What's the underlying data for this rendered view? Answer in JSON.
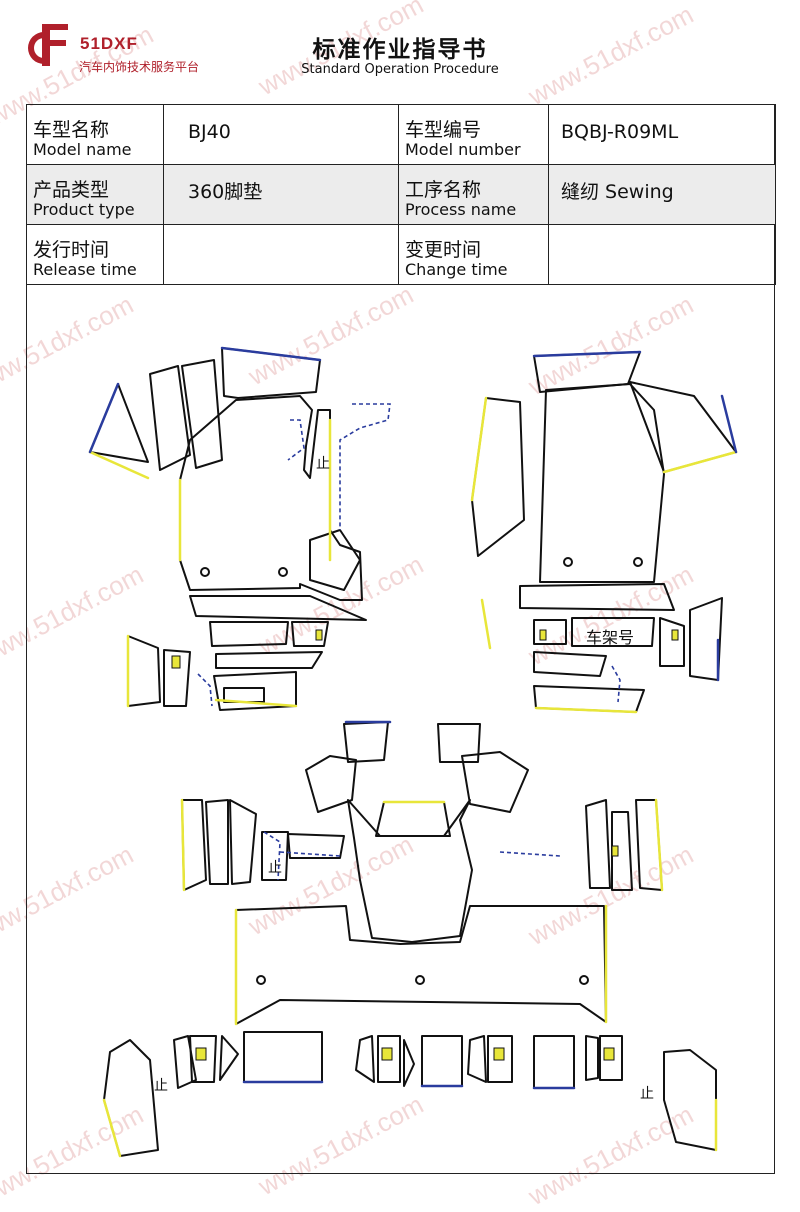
{
  "brand": {
    "name": "51DXF",
    "subtitle": "汽车内饰技术服务平台",
    "color": "#b0202b"
  },
  "title": {
    "cn": "标准作业指导书",
    "en": "Standard Operation Procedure"
  },
  "watermark_text": "www.51dxf.com",
  "info_table": {
    "model_name": {
      "cn": "车型名称",
      "en": "Model name",
      "value": "BJ40"
    },
    "model_number": {
      "cn": "车型编号",
      "en": "Model number",
      "value": "BQBJ-R09ML"
    },
    "product_type": {
      "cn": "产品类型",
      "en": "Product type",
      "value": "360脚垫"
    },
    "process_name": {
      "cn": "工序名称",
      "en": "Process name",
      "value": "缝纫 Sewing"
    },
    "release_time": {
      "cn": "发行时间",
      "en": "Release time",
      "value": ""
    },
    "change_time": {
      "cn": "变更时间",
      "en": "Change time",
      "value": ""
    }
  },
  "drawing": {
    "labels": {
      "frame_number": "车架号",
      "stop_mark": "止"
    },
    "colors": {
      "outline": "#111111",
      "edge_yellow": "#e8e63a",
      "edge_blue": "#2a3c9e"
    }
  }
}
